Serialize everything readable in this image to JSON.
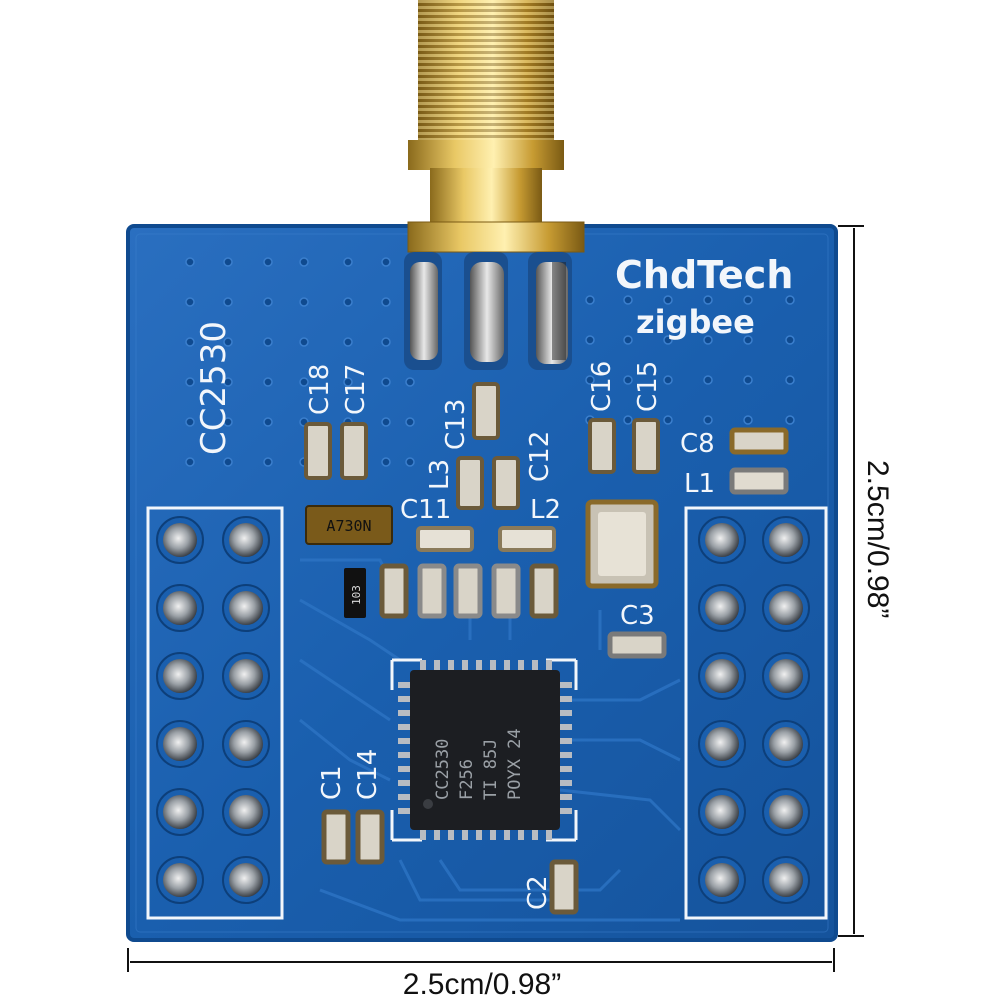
{
  "board": {
    "brand": "ChdTech",
    "product": "zigbee",
    "model": "CC2530",
    "chip_lines": [
      "CC2530",
      "F256",
      "TI 85J",
      "POYX 24"
    ],
    "inductor_marking": "A730N",
    "resistor_marking": "103"
  },
  "component_labels": [
    "C18",
    "C17",
    "C13",
    "C16",
    "C15",
    "C8",
    "L1",
    "L3",
    "C12",
    "C11",
    "L2",
    "C3",
    "C1",
    "C14",
    "C2"
  ],
  "dimensions": {
    "width": "2.5cm/0.98”",
    "height": "2.5cm/0.98”"
  },
  "colors": {
    "pcb_blue": "#1a5fae",
    "pcb_edge": "#0f4a8f",
    "gold": "#c9a23a",
    "silkscreen": "#f2f6fb"
  }
}
